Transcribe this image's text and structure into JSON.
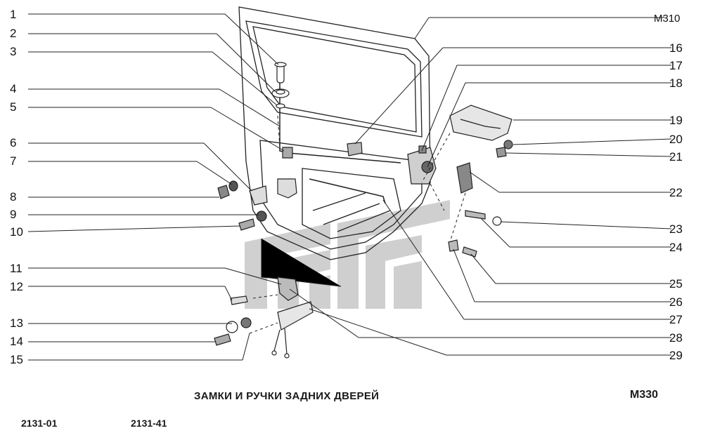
{
  "diagram": {
    "top_code": "M310",
    "left_callouts": [
      "1",
      "2",
      "3",
      "4",
      "5",
      "6",
      "7",
      "8",
      "9",
      "10",
      "11",
      "12",
      "13",
      "14",
      "15"
    ],
    "right_callouts": [
      "16",
      "17",
      "18",
      "19",
      "20",
      "21",
      "22",
      "23",
      "24",
      "25",
      "26",
      "27",
      "28",
      "29"
    ],
    "caption": "ЗАМКИ И РУЧКИ ЗАДНИХ ДВЕРЕЙ",
    "sheet_code": "M330",
    "models": [
      "2131-01",
      "2131-41"
    ]
  },
  "colors": {
    "ink": "#1a1a1a",
    "watermark": "#bfbfbf"
  }
}
